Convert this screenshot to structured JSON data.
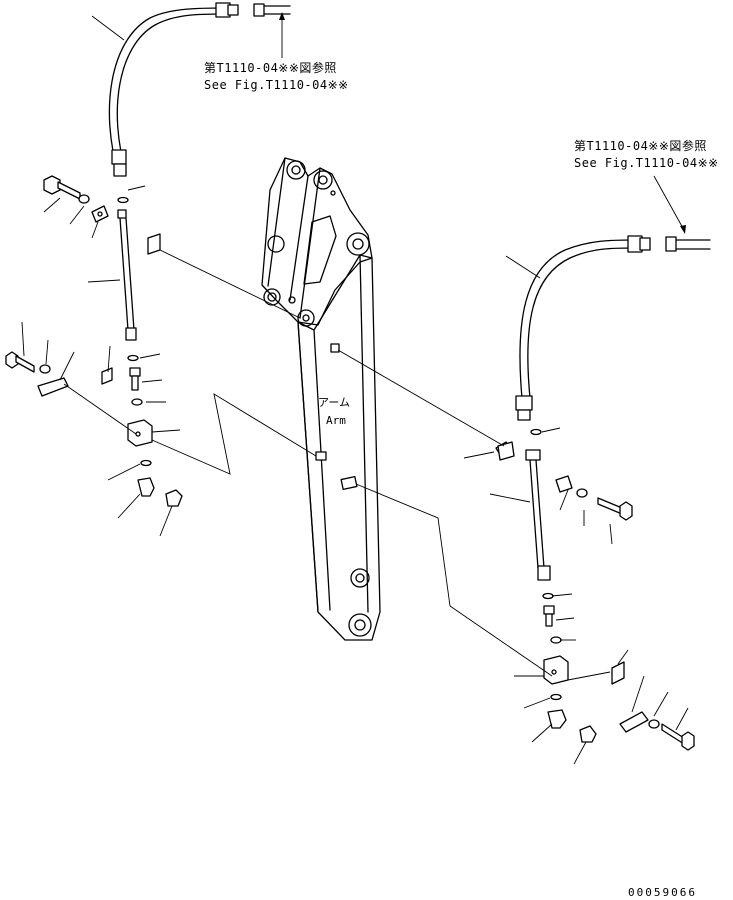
{
  "references": {
    "top_jp": "第T1110-04※※図参照",
    "top_en": "See Fig.T1110-04※※",
    "right_jp": "第T1110-04※※図参照",
    "right_en": "See Fig.T1110-04※※"
  },
  "arm_label": {
    "jp": "アーム",
    "en": "Arm"
  },
  "drawing_number": "00059066"
}
